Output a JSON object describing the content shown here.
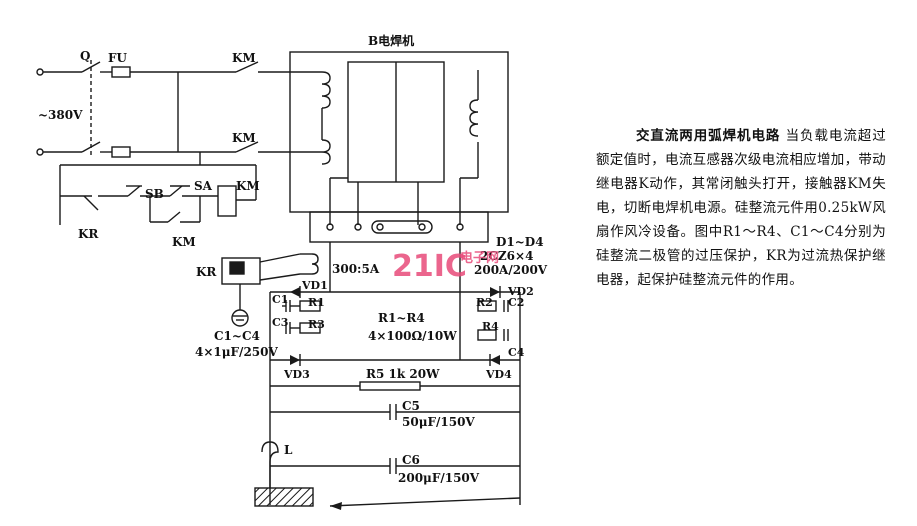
{
  "diagram": {
    "labels": {
      "welder": "B电焊机",
      "q": "Q",
      "fu": "FU",
      "km_top": "KM",
      "km_mid": "KM",
      "voltage": "~380V",
      "sb": "SB",
      "sa": "SA",
      "km_coil": "KM",
      "kr_bottom": "KR",
      "km_bottom": "KM",
      "kr_relay": "KR",
      "ct": "300:5A",
      "vd1": "VD1",
      "vd2": "VD2",
      "vd3": "VD3",
      "vd4": "VD4",
      "c1": "C1",
      "c2": "C2",
      "c3": "C3",
      "c4": "C4",
      "r1": "R1",
      "r2": "R2",
      "r3": "R3",
      "r4": "R4",
      "c1c4_a": "C1~C4",
      "c1c4_b": "4×1μF/250V",
      "r1r4_a": "R1~R4",
      "r1r4_b": "4×100Ω/10W",
      "d1d4_a": "D1~D4",
      "d1d4_b": "2CZ6×4",
      "d1d4_c": "200A/200V",
      "r5": "R5 1k 20W",
      "c5": "C5",
      "c5_val": "50μF/150V",
      "c6": "C6",
      "c6_val": "200μF/150V",
      "l": "L"
    },
    "watermark": {
      "logo": "21IC",
      "sub": "电子网"
    }
  },
  "description": {
    "title": "交直流两用弧焊机电路",
    "body": "当负载电流超过额定值时，电流互感器次级电流相应增加，带动继电器K动作，其常闭触头打开，接触器KM失电，切断电焊机电源。硅整流元件用0.25kW风扇作风冷设备。图中R1～R4、C1～C4分别为硅整流二极管的过压保护，KR为过流热保护继电器，起保护硅整流元件的作用。"
  }
}
